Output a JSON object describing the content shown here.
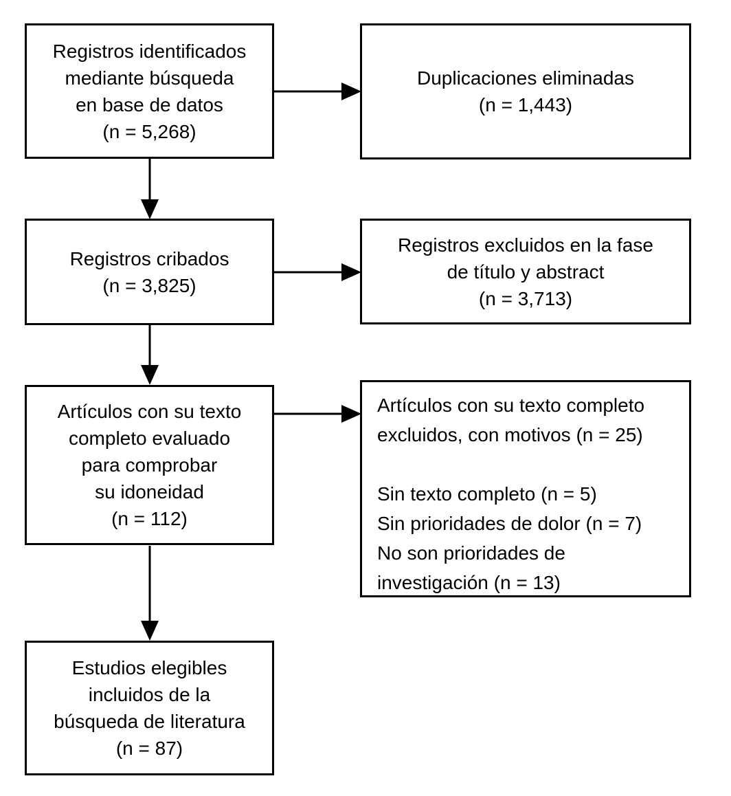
{
  "colors": {
    "background": "#ffffff",
    "box_border": "#000000",
    "arrow": "#000000",
    "text": "#000000"
  },
  "boxes": {
    "identified": {
      "text": "Registros identificados\nmediante búsqueda\nen base de datos\n(n = 5,268)",
      "n": 5268
    },
    "duplicates_removed": {
      "text": "Duplicaciones eliminadas\n(n = 1,443)",
      "n": 1443
    },
    "screened": {
      "text": "Registros cribados\n(n = 3,825)",
      "n": 3825
    },
    "excluded_title_abstract": {
      "text": "Registros excluidos en la fase\nde título y abstract\n(n = 3,713)",
      "n": 3713
    },
    "fulltext_assessed": {
      "text": "Artículos con su texto\ncompleto evaluado\npara comprobar\nsu idoneidad\n(n = 112)",
      "n": 112
    },
    "fulltext_excluded": {
      "text": "Artículos con su texto completo\nexcluidos, con motivos (n = 25)\n\nSin texto completo (n = 5)\nSin prioridades de dolor (n = 7)\nNo son prioridades de\ninvestigación (n = 13)",
      "n": 25,
      "reasons": [
        {
          "label": "Sin texto completo",
          "n": 5
        },
        {
          "label": "Sin prioridades de dolor",
          "n": 7
        },
        {
          "label": "No son prioridades de investigación",
          "n": 13
        }
      ]
    },
    "included": {
      "text": "Estudios elegibles\nincluidos de la\nbúsqueda de literatura\n(n = 87)",
      "n": 87
    }
  }
}
